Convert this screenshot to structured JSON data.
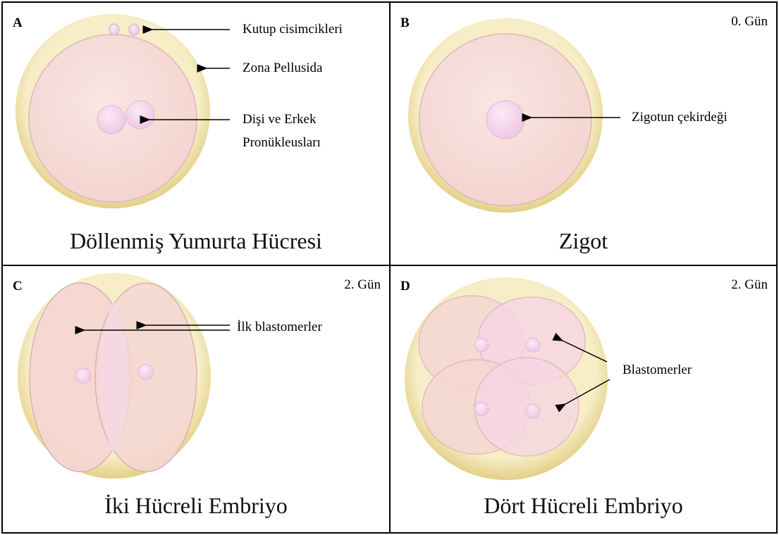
{
  "colors": {
    "zona_outer": "#e6d48f",
    "zona_inner": "#f6ecc3",
    "cytoplasm": "#f8dcd8",
    "cell_edge": "#d9bbb8",
    "nucleus": "#f4d2ec",
    "arrow": "#000000",
    "border": "#000000"
  },
  "panels": {
    "a": {
      "letter": "A",
      "caption": "Döllenmiş Yumurta Hücresi",
      "labels": {
        "polar_bodies": "Kutup cisimcikleri",
        "zona": "Zona Pellusida",
        "pronuclei_line1": "Dişi ve Erkek",
        "pronuclei_line2": "Pronükleusları"
      }
    },
    "b": {
      "letter": "B",
      "day": "0. Gün",
      "caption": "Zigot",
      "labels": {
        "nucleus": "Zigotun çekirdeği"
      }
    },
    "c": {
      "letter": "C",
      "day": "2. Gün",
      "caption": "İki Hücreli Embriyo",
      "labels": {
        "blastomeres": "İlk blastomerler"
      }
    },
    "d": {
      "letter": "D",
      "day": "2. Gün",
      "caption": "Dört Hücreli Embriyo",
      "labels": {
        "blastomeres": "Blastomerler"
      }
    }
  }
}
